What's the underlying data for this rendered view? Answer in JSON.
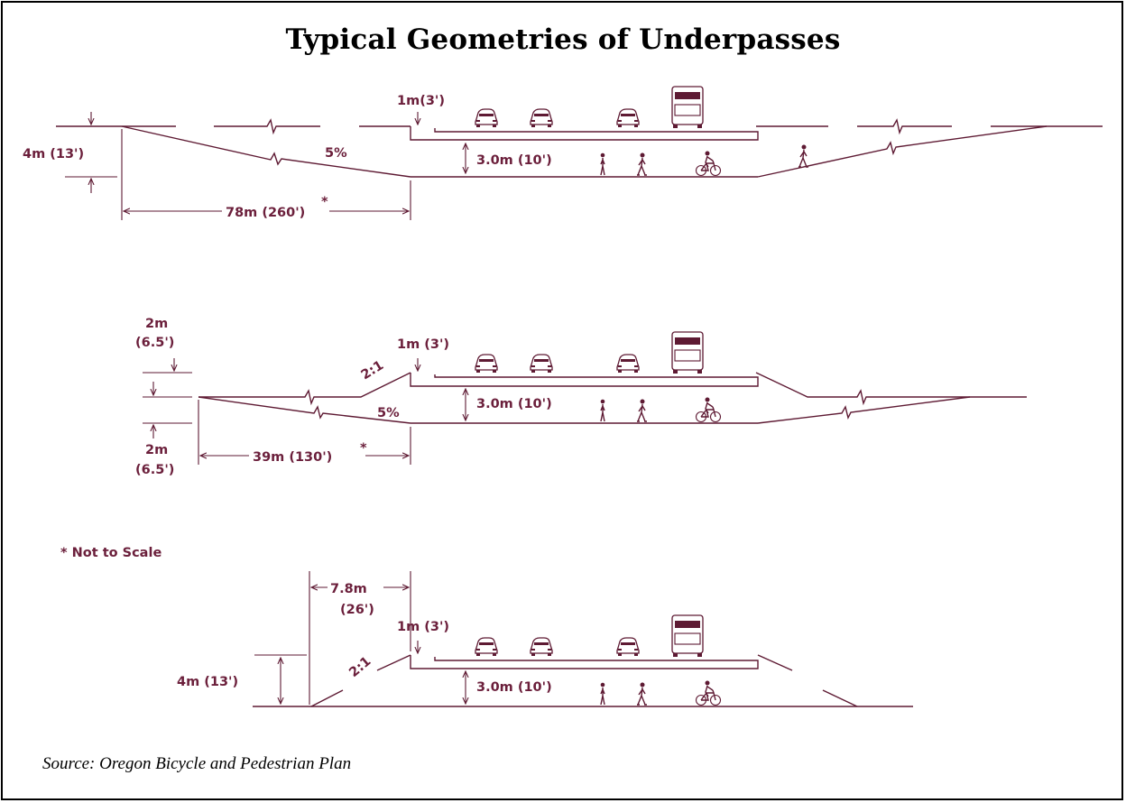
{
  "title": "Typical Geometries of Underpasses",
  "source": "Source: Oregon Bicycle and Pedestrian Plan",
  "note": "* Not to Scale",
  "diagrams": [
    {
      "top_clearance": "1m(3')",
      "left_height": "4m (13')",
      "slope": "5%",
      "clearance": "3.0m (10')",
      "length": "78m (260')",
      "star": "*"
    },
    {
      "top_clearance": "1m (3')",
      "upper_height_a": "2m",
      "upper_height_b": "(6.5')",
      "lower_height_a": "2m",
      "lower_height_b": "(6.5')",
      "ratio": "2:1",
      "slope": "5%",
      "clearance": "3.0m (10')",
      "length": "39m (130')",
      "star": "*"
    },
    {
      "width_a": "7.8m",
      "width_b": "(26')",
      "top_clearance": "1m (3')",
      "ratio": "2:1",
      "left_height": "4m (13')",
      "clearance": "3.0m (10')"
    }
  ],
  "icons": [
    "car-icon",
    "bus-icon",
    "pedestrian-icon",
    "bicycle-icon"
  ],
  "colors": {
    "line": "#5e1a33",
    "label": "#6b1f3b",
    "frame": "#000000"
  }
}
